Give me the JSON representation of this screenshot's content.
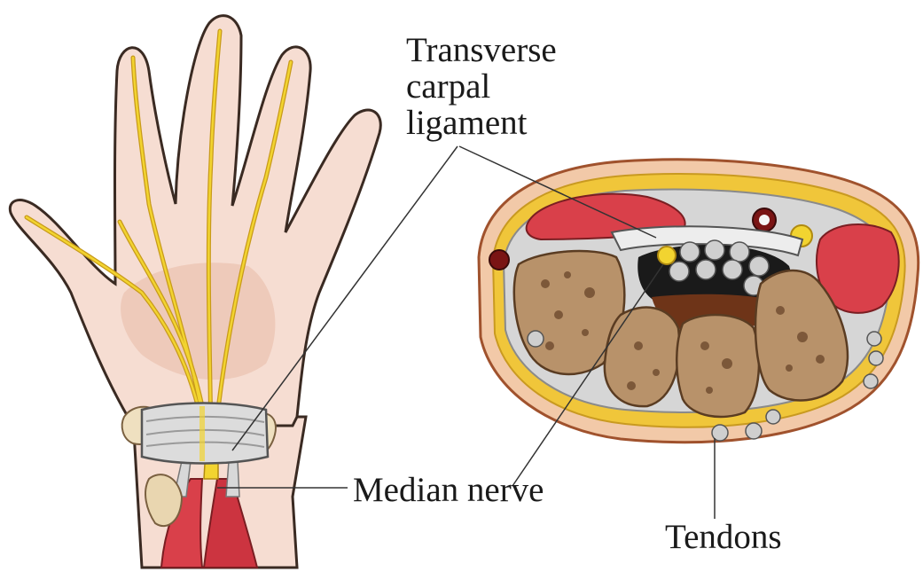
{
  "labels": {
    "transverse_carpal_ligament": [
      "Transverse",
      "carpal",
      "ligament"
    ],
    "median_nerve": "Median nerve",
    "tendons": "Tendons"
  },
  "colors": {
    "skin": "#f6ddd2",
    "skin_shadow": "#e8b9a5",
    "nerve": "#f2d430",
    "muscle": "#d9404a",
    "bone": "#b8926a",
    "bone_pore": "#6e4a2e",
    "ligament": "#dcdcdc",
    "fat": "#f0c63a",
    "leader_line": "#333333"
  },
  "illustrations": [
    "hand-palm-illustration",
    "wrist-cross-section-illustration"
  ]
}
